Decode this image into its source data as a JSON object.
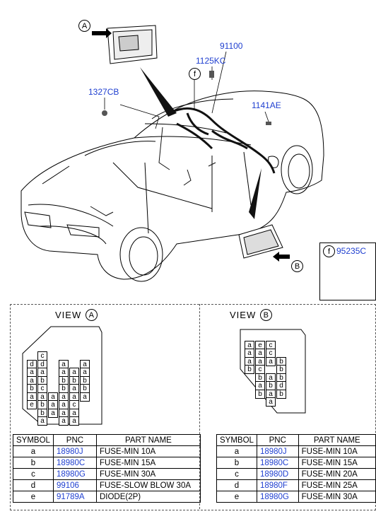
{
  "callouts": {
    "A": "A",
    "B": "B",
    "f": "f"
  },
  "labels": {
    "p91100": "91100",
    "p1125KC": "1125KC",
    "p1327CB": "1327CB",
    "p1141AE": "1141AE",
    "p95235C": "95235C"
  },
  "view_a": {
    "title": "VIEW",
    "callout": "A",
    "fuse_rows": [
      [
        "",
        "c",
        "",
        "",
        "",
        ""
      ],
      [
        "d",
        "d",
        "",
        "a",
        "",
        "a"
      ],
      [
        "a",
        "a",
        "",
        "a",
        "a",
        "a"
      ],
      [
        "a",
        "b",
        "",
        "b",
        "b",
        "b"
      ],
      [
        "b",
        "c",
        "",
        "b",
        "a",
        "b"
      ],
      [
        "a",
        "a",
        "a",
        "a",
        "a",
        "a"
      ],
      [
        "e",
        "b",
        "a",
        "a",
        "c",
        ""
      ],
      [
        "",
        "b",
        "a",
        "a",
        "a",
        ""
      ],
      [
        "",
        "a",
        "",
        "a",
        "a",
        ""
      ]
    ],
    "table": {
      "headers": [
        "SYMBOL",
        "PNC",
        "PART NAME"
      ],
      "rows": [
        [
          "a",
          "18980J",
          "FUSE-MIN 10A"
        ],
        [
          "b",
          "18980C",
          "FUSE-MIN 15A"
        ],
        [
          "c",
          "18980G",
          "FUSE-MIN 30A"
        ],
        [
          "d",
          "99106",
          "FUSE-SLOW BLOW 30A"
        ],
        [
          "e",
          "91789A",
          "DIODE(2P)"
        ]
      ]
    }
  },
  "view_b": {
    "title": "VIEW",
    "callout": "B",
    "fuse_rows": [
      [
        "",
        "",
        ""
      ],
      [
        "a",
        "e",
        "c",
        ""
      ],
      [
        "a",
        "a",
        "c",
        ""
      ],
      [
        "a",
        "a",
        "a",
        "b"
      ],
      [
        "b",
        "c",
        "",
        "b"
      ],
      [
        "",
        "b",
        "a",
        "b"
      ],
      [
        "",
        "a",
        "b",
        "d"
      ],
      [
        "",
        "b",
        "a",
        "b"
      ],
      [
        "",
        "",
        "a",
        ""
      ]
    ],
    "table": {
      "headers": [
        "SYMBOL",
        "PNC",
        "PART NAME"
      ],
      "rows": [
        [
          "a",
          "18980J",
          "FUSE-MIN 10A"
        ],
        [
          "b",
          "18980C",
          "FUSE-MIN 15A"
        ],
        [
          "c",
          "18980D",
          "FUSE-MIN 20A"
        ],
        [
          "d",
          "18980F",
          "FUSE-MIN 25A"
        ],
        [
          "e",
          "18980G",
          "FUSE-MIN 30A"
        ]
      ]
    }
  }
}
